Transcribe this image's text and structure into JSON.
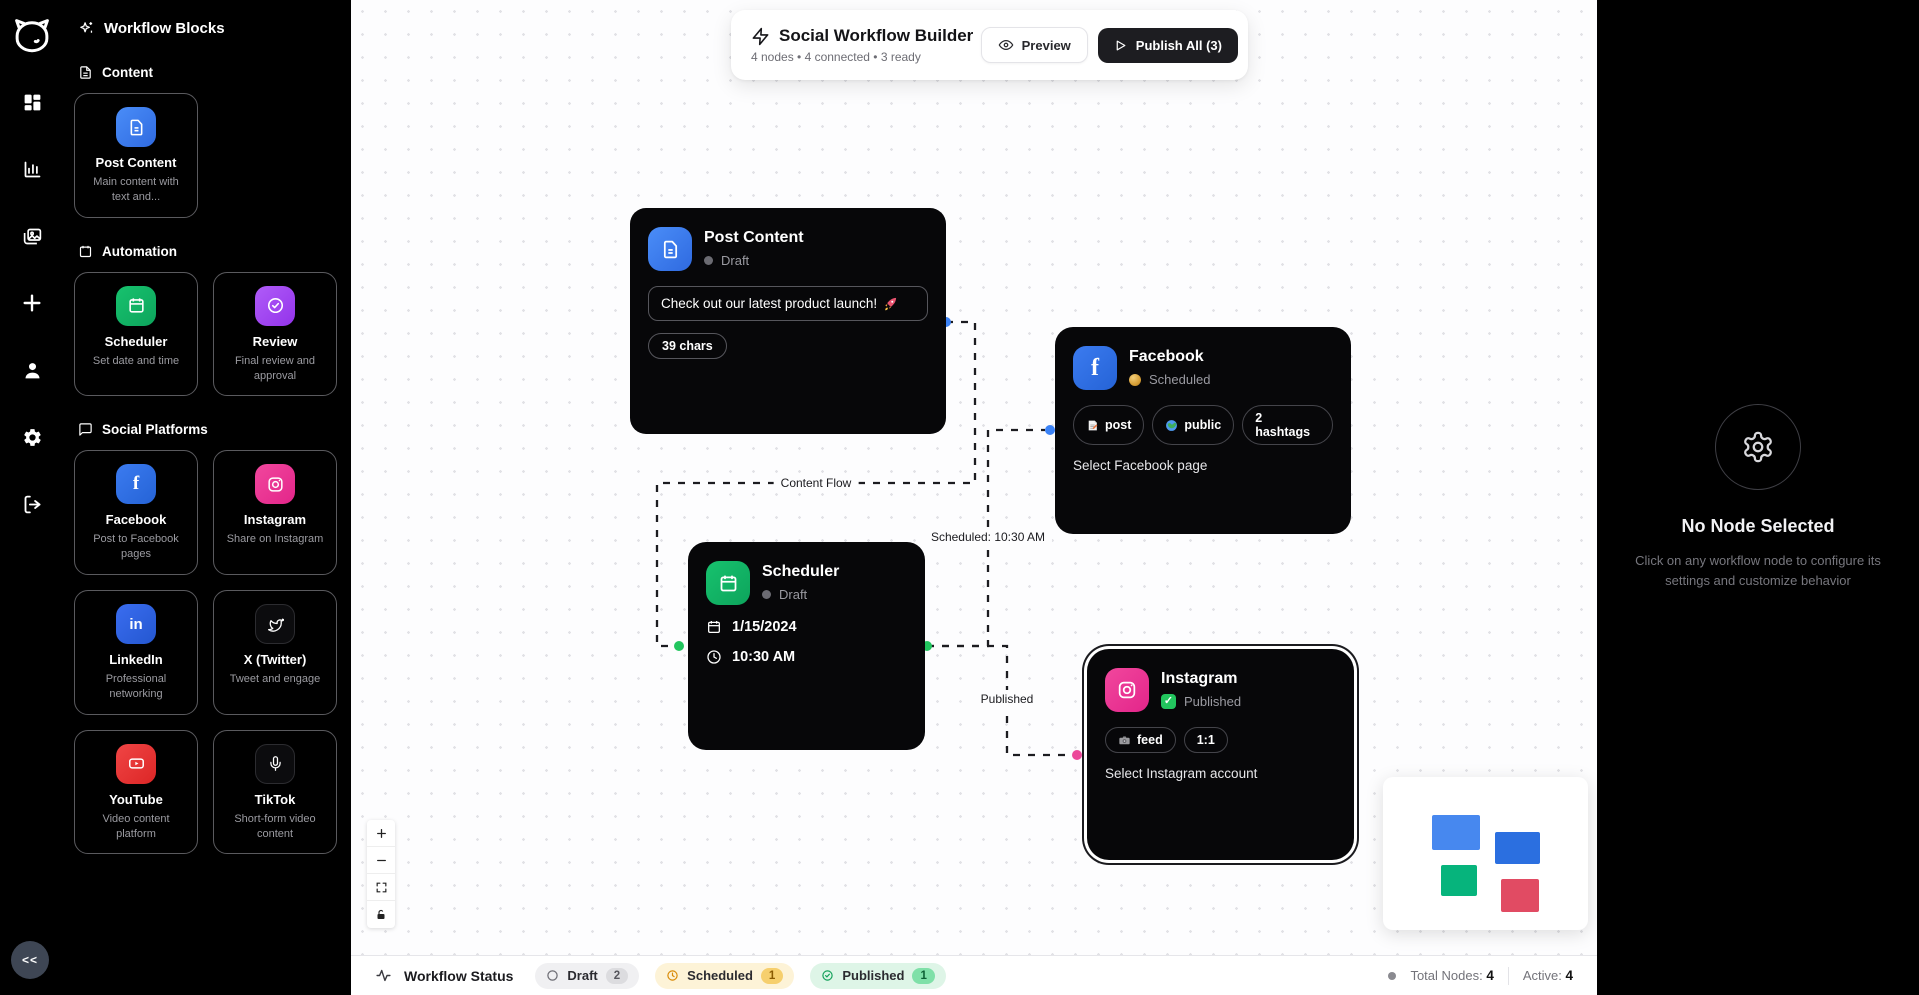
{
  "rail": {
    "collapse_label": "<<",
    "icons": [
      "logo",
      "dashboard",
      "analytics",
      "media",
      "add",
      "user",
      "settings",
      "logout"
    ]
  },
  "sidebar": {
    "title": "Workflow Blocks",
    "sections": {
      "content": "Content",
      "automation": "Automation",
      "social": "Social Platforms"
    },
    "cards": {
      "post_content": {
        "title": "Post Content",
        "desc": "Main content with text and..."
      },
      "scheduler": {
        "title": "Scheduler",
        "desc": "Set date and time"
      },
      "review": {
        "title": "Review",
        "desc": "Final review and approval"
      },
      "facebook": {
        "title": "Facebook",
        "desc": "Post to Facebook pages"
      },
      "instagram": {
        "title": "Instagram",
        "desc": "Share on Instagram"
      },
      "linkedin": {
        "title": "LinkedIn",
        "desc": "Professional networking"
      },
      "x": {
        "title": "X (Twitter)",
        "desc": "Tweet and engage"
      },
      "youtube": {
        "title": "YouTube",
        "desc": "Video content platform"
      },
      "tiktok": {
        "title": "TikTok",
        "desc": "Short-form video content"
      }
    }
  },
  "header": {
    "title": "Social Workflow Builder",
    "subtitle": "4 nodes • 4 connected • 3 ready",
    "preview_label": "Preview",
    "publish_label": "Publish All (3)"
  },
  "nodes": {
    "post_content": {
      "title": "Post Content",
      "status": "Draft",
      "input_text": "Check out our latest product launch!",
      "emoji": "🚀",
      "char_badge": "39 chars"
    },
    "facebook": {
      "title": "Facebook",
      "status": "Scheduled",
      "badges": [
        "post",
        "public",
        "2 hashtags"
      ],
      "hint": "Select Facebook page"
    },
    "scheduler": {
      "title": "Scheduler",
      "status": "Draft",
      "date": "1/15/2024",
      "time": "10:30 AM"
    },
    "instagram": {
      "title": "Instagram",
      "status": "Published",
      "badges": [
        "feed",
        "1:1"
      ],
      "hint": "Select Instagram account"
    }
  },
  "edges": {
    "content_flow": "Content Flow",
    "scheduled": "Scheduled: 10:30 AM",
    "published": "Published"
  },
  "inspector": {
    "title": "No Node Selected",
    "desc": "Click on any workflow node to configure its settings and customize behavior"
  },
  "statusbar": {
    "title": "Workflow Status",
    "draft_label": "Draft",
    "draft_count": "2",
    "scheduled_label": "Scheduled",
    "scheduled_count": "1",
    "published_label": "Published",
    "published_count": "1",
    "total_label": "Total Nodes:",
    "total_value": "4",
    "active_label": "Active:",
    "active_value": "4"
  },
  "colors": {
    "post_blue": "#3b82f6",
    "scheduler_green": "#10b981",
    "review_purple": "#a855f7",
    "facebook_blue": "#2563eb",
    "instagram_pink": "#ec4899",
    "youtube_red": "#ef4444",
    "published_green": "#22c55e",
    "scheduled_amber": "#d9a23b",
    "minimap_rects": [
      "#4788ef",
      "#2b6fe0",
      "#06b47c",
      "#e14b63"
    ]
  }
}
